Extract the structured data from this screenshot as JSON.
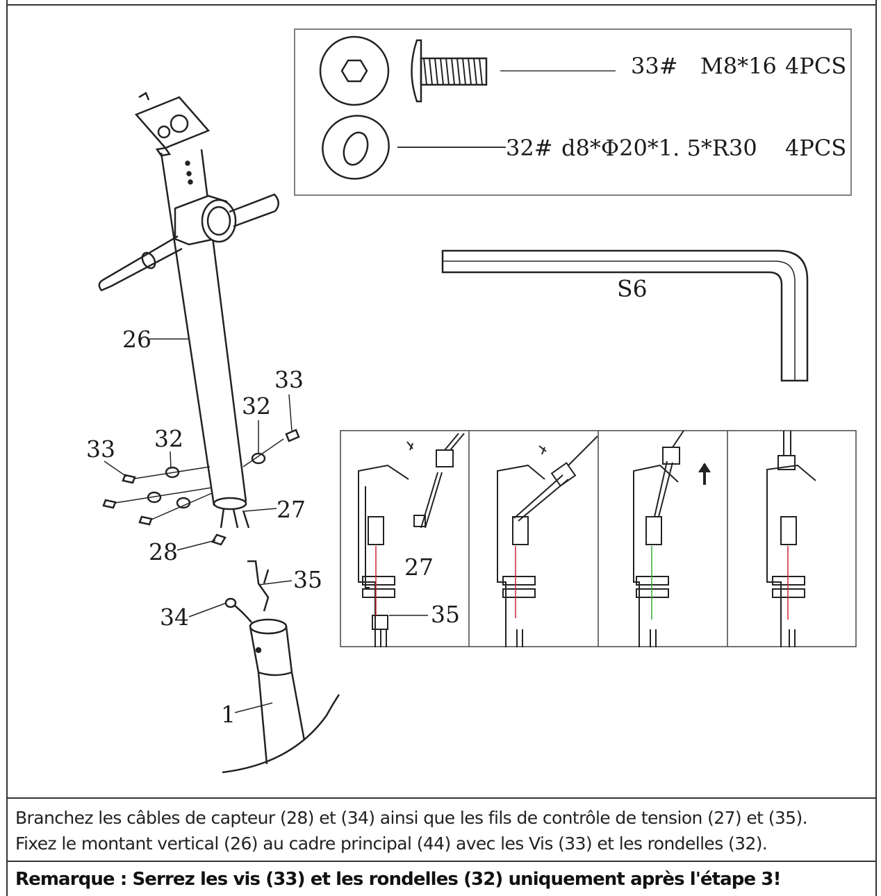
{
  "hardware": [
    {
      "code": "33#",
      "size": "M8*16",
      "qty": "4PCS"
    },
    {
      "code": "32#",
      "size": "d8*Φ20*1. 5*R30",
      "qty": "4PCS"
    }
  ],
  "tool_label": "S6",
  "part_labels": {
    "p26": "26",
    "p33a": "33",
    "p32a": "32",
    "p33b": "33",
    "p32b": "32",
    "p27": "27",
    "p28": "28",
    "p35": "35",
    "p34": "34",
    "p1": "1"
  },
  "cable_steps": {
    "label_27": "27",
    "label_35": "35"
  },
  "instructions": {
    "line1": "Branchez les câbles de capteur (28) et (34) ainsi que les fils de contrôle de tension (27) et (35).",
    "line2": "Fixez le montant vertical (26) au cadre principal (44) avec les Vis (33) et les rondelles (32).",
    "note": "Remarque : Serrez les vis (33) et les rondelles (32) uniquement après l'étape 3!"
  }
}
